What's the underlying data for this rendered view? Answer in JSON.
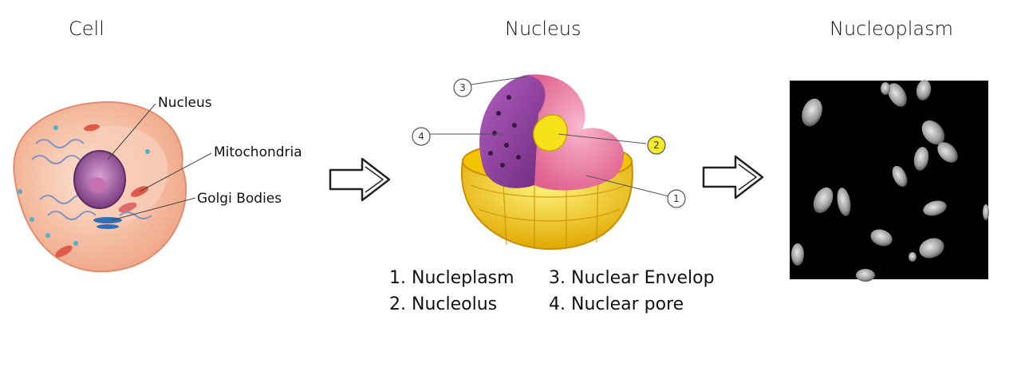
{
  "titles": {
    "cell": "Cell",
    "nucleus": "Nucleus",
    "nucleoplasm": "Nucleoplasm"
  },
  "cell_labels": {
    "nucleus": "Nucleus",
    "mitochondria": "Mitochondria",
    "golgi": "Golgi Bodies"
  },
  "callouts": {
    "c1": "1",
    "c2": "2",
    "c3": "3",
    "c4": "4"
  },
  "legend": {
    "item1": "1. Nucleplasm",
    "item2": "2. Nucleolus",
    "item3": "3. Nuclear Envelop",
    "item4": "4. Nuclear pore"
  },
  "colors": {
    "cytoplasm": "#f6c3a6",
    "nucleus_envelope": "#8e3e9e",
    "nucleoplasm": "#f07aa8",
    "nucleolus": "#f6e200",
    "callout_highlight": "#f4ea2a",
    "micrograph_bg": "#000000"
  }
}
